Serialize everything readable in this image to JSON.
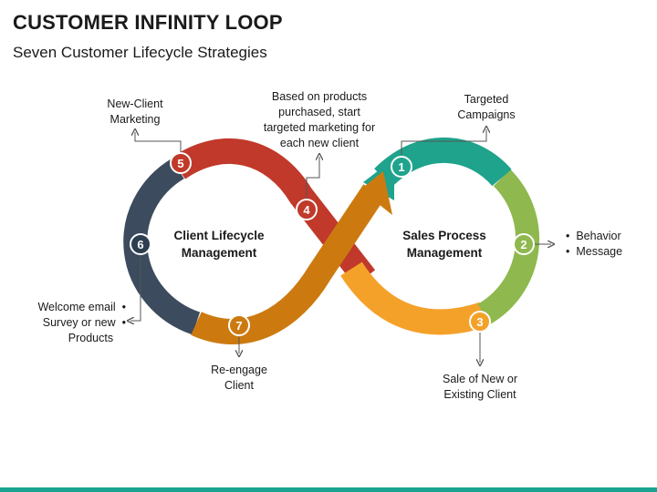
{
  "header": {
    "title": "CUSTOMER INFINITY LOOP",
    "subtitle": "Seven Customer Lifecycle Strategies"
  },
  "centers": {
    "left": [
      "Client Lifecycle",
      "Management"
    ],
    "right": [
      "Sales Process",
      "Management"
    ]
  },
  "steps": [
    {
      "num": "1",
      "label": [
        "Targeted",
        "Campaigns"
      ],
      "color": "#1fa38c"
    },
    {
      "num": "2",
      "bullets": [
        "Behavior",
        "Message"
      ],
      "color": "#8fb84e"
    },
    {
      "num": "3",
      "label": [
        "Sale of New or",
        "Existing Client"
      ],
      "color": "#f4a12a"
    },
    {
      "num": "4",
      "label": [
        "Based on products",
        "purchased, start",
        "targeted marketing for",
        "each new client"
      ],
      "color": "#c0392b"
    },
    {
      "num": "5",
      "label": [
        "New-Client",
        "Marketing"
      ],
      "color": "#c0392b"
    },
    {
      "num": "6",
      "bullets": [
        "Welcome email",
        "Survey or new",
        "Products"
      ],
      "color": "#34495e"
    },
    {
      "num": "7",
      "label": [
        "Re-engage",
        "Client"
      ],
      "color": "#d07a12"
    }
  ],
  "colors": {
    "teal": "#1fa38c",
    "green": "#8fb84e",
    "orange": "#f4a12a",
    "red": "#c0392b",
    "navy": "#3c4b5e",
    "dark_orange": "#cc7a10",
    "accent_bar": "#1aa391"
  }
}
